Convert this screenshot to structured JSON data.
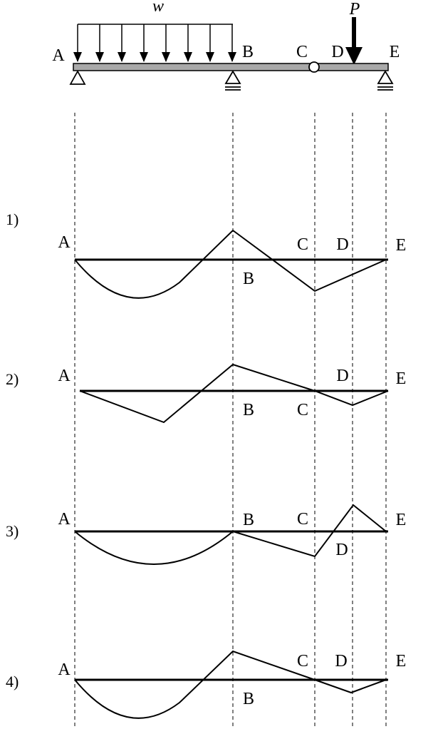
{
  "beam": {
    "load_w_label": "w",
    "load_p_label": "P",
    "points": {
      "A": "A",
      "B": "B",
      "C": "C",
      "D": "D",
      "E": "E"
    }
  },
  "options": [
    {
      "number": "1)",
      "labels": {
        "A": "A",
        "B": "B",
        "C": "C",
        "D": "D",
        "E": "E"
      }
    },
    {
      "number": "2)",
      "labels": {
        "A": "A",
        "B": "B",
        "C": "C",
        "D": "D",
        "E": "E"
      }
    },
    {
      "number": "3)",
      "labels": {
        "A": "A",
        "B": "B",
        "C": "C",
        "D": "D",
        "E": "E"
      }
    },
    {
      "number": "4)",
      "labels": {
        "A": "A",
        "B": "B",
        "C": "C",
        "D": "D",
        "E": "E"
      }
    }
  ]
}
